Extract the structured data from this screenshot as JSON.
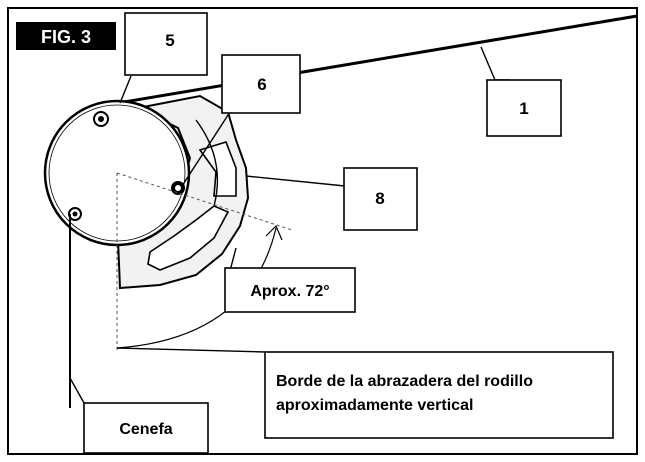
{
  "figure": {
    "label": "FIG. 3"
  },
  "callouts": {
    "part_1": "1",
    "part_5": "5",
    "part_6": "6",
    "part_8": "8",
    "angle": "Aprox. 72°",
    "valance": "Cenefa",
    "bracket_edge_line1": "Borde de la abrazadera del rodillo",
    "bracket_edge_line2": "aproximadamente vertical"
  },
  "colors": {
    "ink": "#000000",
    "paper": "#ffffff",
    "bracket_fill": "#f2f2f2",
    "thin_line": "#555555"
  }
}
